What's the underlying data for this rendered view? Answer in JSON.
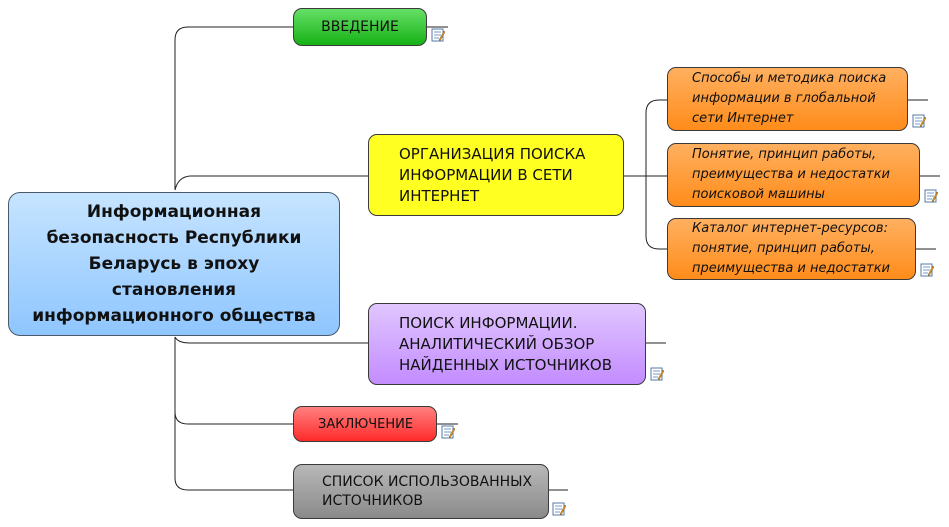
{
  "root": {
    "label": "Информационная\nбезопасность Республики\nБеларусь в эпоху\nстановления\nинформационного общества"
  },
  "topics": [
    {
      "label": "ВВЕДЕНИЕ"
    },
    {
      "label": "ОРГАНИЗАЦИЯ ПОИСКА\nИНФОРМАЦИИ В СЕТИ\nИНТЕРНЕТ"
    },
    {
      "label": "ПОИСК ИНФОРМАЦИИ.\nАНАЛИТИЧЕСКИЙ ОБЗОР\nНАЙДЕННЫХ ИСТОЧНИКОВ"
    },
    {
      "label": "ЗАКЛЮЧЕНИЕ"
    },
    {
      "label": "СПИСОК ИСПОЛЬЗОВАННЫХ\nИСТОЧНИКОВ"
    }
  ],
  "subtopics": [
    {
      "label": "Способы и методика поиска\nинформации в глобальной\nсети Интернет"
    },
    {
      "label": "Понятие, принцип работы,\nпреимущества и недостатки\nпоисковой машины"
    },
    {
      "label": "Каталог интернет-ресурсов:\nпонятие, принцип работы,\nпреимущества и недостатки"
    }
  ],
  "icons": {
    "note": "note-icon"
  }
}
